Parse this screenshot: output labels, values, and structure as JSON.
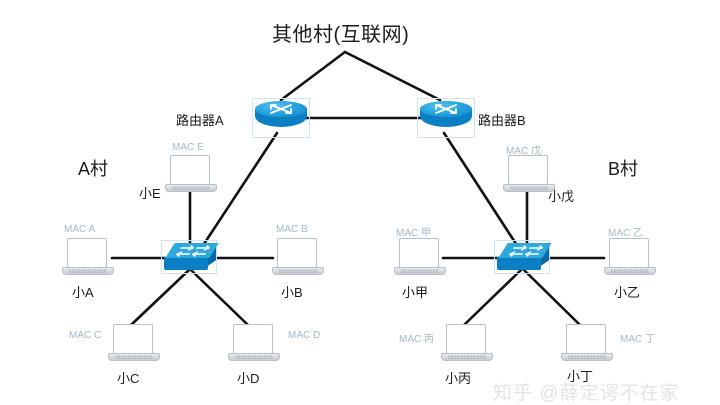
{
  "diagram": {
    "title": "其他村(互联网)",
    "villages": {
      "left": "A村",
      "right": "B村"
    },
    "routers": [
      {
        "id": "router-a",
        "label": "路由器A",
        "icon": "router-icon"
      },
      {
        "id": "router-b",
        "label": "路由器B",
        "icon": "router-icon"
      }
    ],
    "switches": [
      {
        "id": "switch-a",
        "icon": "switch-icon"
      },
      {
        "id": "switch-b",
        "icon": "switch-icon"
      }
    ],
    "hosts": [
      {
        "id": "host-e",
        "name": "小E",
        "mac": "MAC E",
        "village": "A村"
      },
      {
        "id": "host-a",
        "name": "小A",
        "mac": "MAC A",
        "village": "A村"
      },
      {
        "id": "host-b",
        "name": "小B",
        "mac": "MAC B",
        "village": "A村"
      },
      {
        "id": "host-c",
        "name": "小C",
        "mac": "MAC C",
        "village": "A村"
      },
      {
        "id": "host-d",
        "name": "小D",
        "mac": "MAC D",
        "village": "A村"
      },
      {
        "id": "host-wu",
        "name": "小戊",
        "mac": "MAC 戊",
        "village": "B村"
      },
      {
        "id": "host-jia",
        "name": "小甲",
        "mac": "MAC 甲",
        "village": "B村"
      },
      {
        "id": "host-yi",
        "name": "小乙",
        "mac": "MAC 乙",
        "village": "B村"
      },
      {
        "id": "host-bing",
        "name": "小丙",
        "mac": "MAC 丙",
        "village": "B村"
      },
      {
        "id": "host-ding",
        "name": "小丁",
        "mac": "MAC 丁",
        "village": "B村"
      }
    ],
    "watermark": "知乎 @薛定谔不在家",
    "colors": {
      "link": "#111111",
      "mac_label": "#9fb9cc",
      "device_blue": "#0a7fc4",
      "device_blue_light": "#2fa8dd",
      "text": "#1b1b1b",
      "watermark": "#e2e4e8",
      "background": "#ffffff"
    }
  }
}
